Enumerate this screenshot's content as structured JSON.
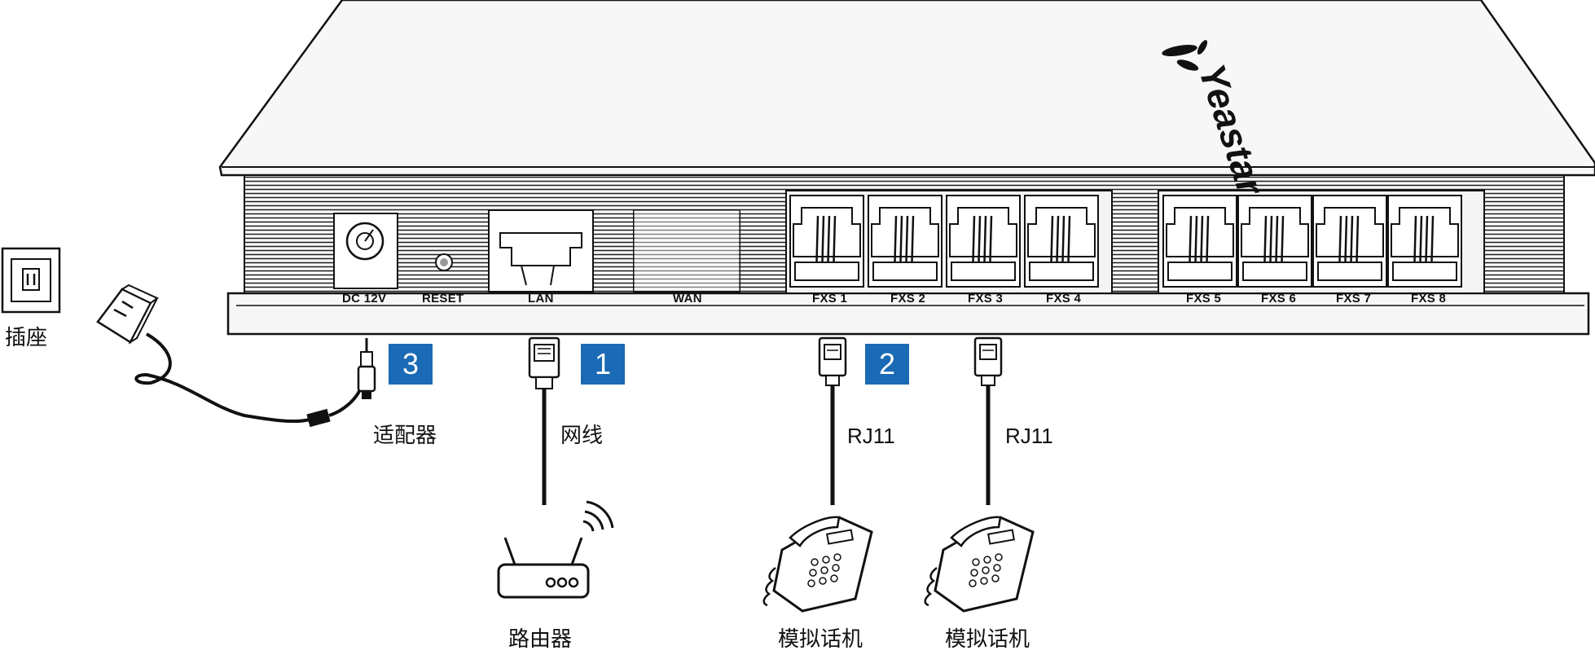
{
  "device": {
    "brand": "Yeastar",
    "ports": {
      "dc": "DC 12V",
      "reset": "RESET",
      "lan": "LAN",
      "wan": "WAN",
      "fxs": [
        "FXS 1",
        "FXS 2",
        "FXS 3",
        "FXS 4",
        "FXS 5",
        "FXS 6",
        "FXS 7",
        "FXS 8"
      ]
    }
  },
  "steps": {
    "lan": "1",
    "fxs": "2",
    "power": "3"
  },
  "labels": {
    "socket": "插座",
    "adapter": "适配器",
    "network_cable": "网线",
    "router": "路由器",
    "rj11_a": "RJ11",
    "rj11_b": "RJ11",
    "phone_a": "模拟话机",
    "phone_b": "模拟话机"
  },
  "colors": {
    "badge": "#1b6ab5",
    "line": "#111111",
    "body": "#f6f6f6"
  }
}
